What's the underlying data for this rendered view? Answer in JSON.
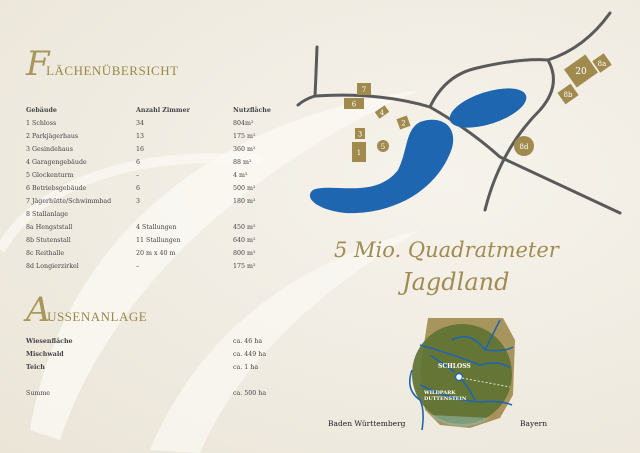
{
  "flaechen": {
    "title_initial": "F",
    "title_rest": "LÄCHENÜBERSICHT",
    "headers": [
      "Gebäude",
      "Anzahl Zimmer",
      "Nutzfläche"
    ],
    "rows": [
      [
        "1 Schloss",
        "34",
        "804m²"
      ],
      [
        "2 Parkjägerhaus",
        "13",
        "175 m²"
      ],
      [
        "3 Gesindehaus",
        "16",
        "360 m²"
      ],
      [
        "4 Garagengebäude",
        "6",
        "88 m²"
      ],
      [
        "5 Glockenturm",
        "–",
        "4 m²"
      ],
      [
        "6 Betriebsgebäude",
        "6",
        "500 m²"
      ],
      [
        "7 Jägerhütte/Schwimmbad",
        "3",
        "180 m²"
      ],
      [
        "8 Stallanlage",
        "",
        ""
      ],
      [
        "8a Hengststall",
        "4 Stallungen",
        "450 m²"
      ],
      [
        "8b Stutenstall",
        "11 Stallungen",
        "640 m²"
      ],
      [
        "8c Reithalle",
        "20 m x 40 m",
        "800 m²"
      ],
      [
        "8d Longierzirkel",
        "–",
        "175 m²"
      ]
    ]
  },
  "aussen": {
    "title_initial": "A",
    "title_rest": "USSENANLAGE",
    "rows": [
      [
        "Wiesenfläche",
        "ca. 46 ha"
      ],
      [
        "Mischwald",
        "ca. 449 ha"
      ],
      [
        "Teich",
        "ca. 1 ha"
      ]
    ],
    "total": [
      "Summe",
      "ca. 500 ha"
    ]
  },
  "slogan": {
    "line1": "5 Mio. Quadratmeter",
    "line2": "Jagdland"
  },
  "site_map": {
    "buildings": [
      "1",
      "2",
      "3",
      "4",
      "5",
      "6",
      "7",
      "8a",
      "8b",
      "8d",
      "20"
    ]
  },
  "inset_map": {
    "schloss": "SCHLOSS",
    "wildpark1": "WILDPARK",
    "wildpark2": "DUTTENSTEIN",
    "left_region": "Baden Württemberg",
    "right_region": "Bayern"
  },
  "colors": {
    "gold": "#a08a4e",
    "water": "#1f66b0",
    "road": "#5a5a5a",
    "forest": "#6b7a3a"
  }
}
